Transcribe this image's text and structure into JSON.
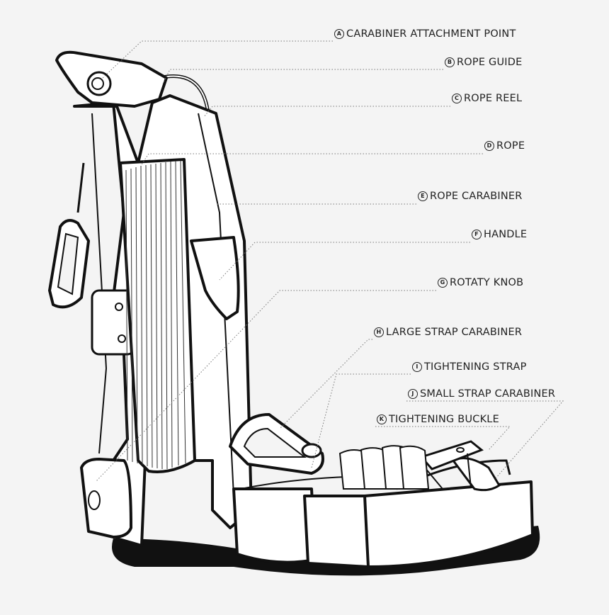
{
  "colors": {
    "background": "#f4f4f4",
    "ink": "#111111",
    "leader": "#777777",
    "fill": "#ffffff"
  },
  "callouts": [
    {
      "letter": "A",
      "text": "CARABINER ATTACHMENT POINT"
    },
    {
      "letter": "B",
      "text": "ROPE GUIDE"
    },
    {
      "letter": "C",
      "text": "ROPE REEL"
    },
    {
      "letter": "D",
      "text": "ROPE"
    },
    {
      "letter": "E",
      "text": "ROPE CARABINER"
    },
    {
      "letter": "F",
      "text": "HANDLE"
    },
    {
      "letter": "G",
      "text": "ROTATY KNOB"
    },
    {
      "letter": "H",
      "text": "LARGE STRAP CARABINER"
    },
    {
      "letter": "I",
      "text": "TIGHTENING STRAP"
    },
    {
      "letter": "J",
      "text": "SMALL STRAP CARABINER"
    },
    {
      "letter": "K",
      "text": "TIGHTENING BUCKLE"
    }
  ]
}
